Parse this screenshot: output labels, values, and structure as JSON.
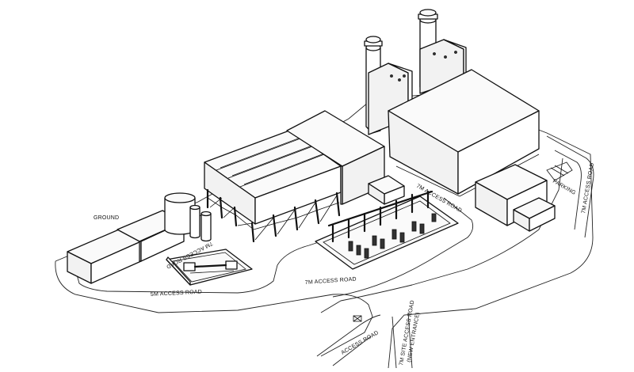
{
  "labels": {
    "ground": "GROUND",
    "access_road_5m": "5M ACCESS ROAD",
    "access_road_7m_left": "7M ACCESS ROAD",
    "access_road_7m_bottom": "7M ACCESS ROAD",
    "access_road_7m_center": "7M ACCESS ROAD",
    "access_road_7m_right": "7M ACCESS ROAD",
    "parking": "PARKING",
    "access_road": "ACCESS ROAD",
    "site_access_road": "7M SITE ACCESS ROAD",
    "new_entrance": "(NEW ENTRANCE)"
  }
}
